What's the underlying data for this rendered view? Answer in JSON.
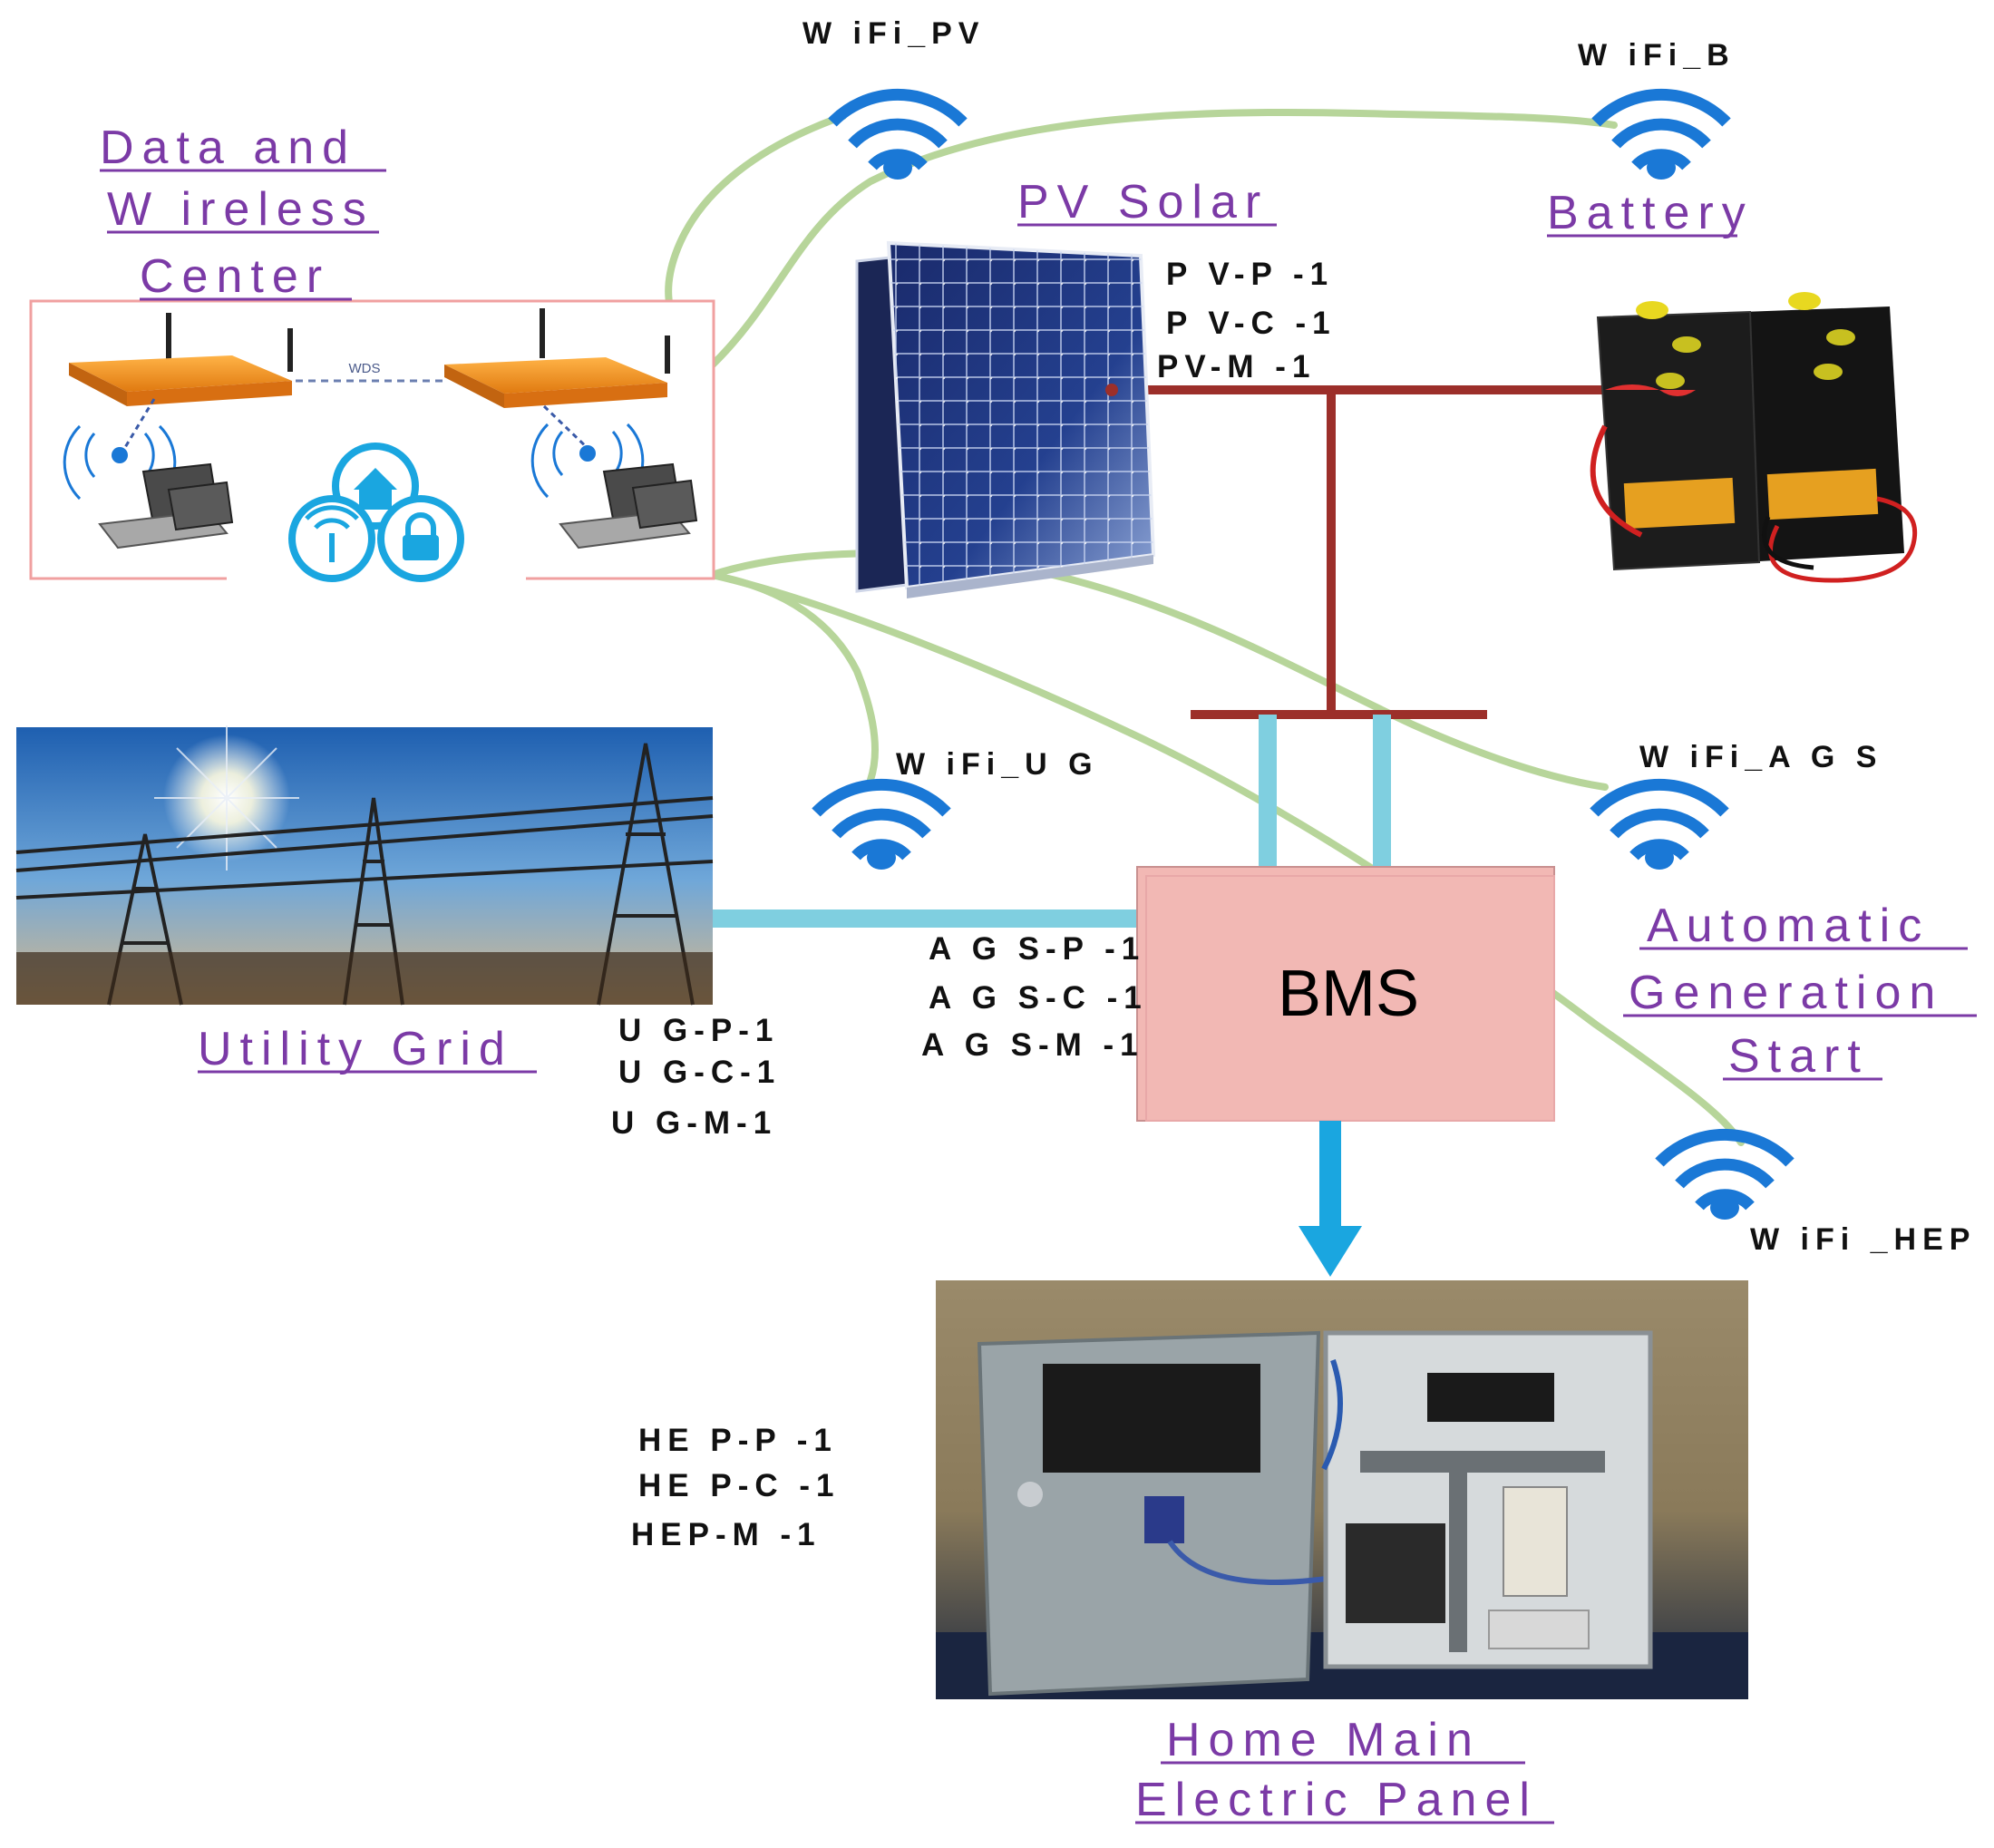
{
  "wifi": {
    "pv": "W iFi_PV",
    "b": "W iFi_B",
    "ug": "W iFi_U G",
    "ags": "W iFi_A G S",
    "hep": "W iFi _HEP"
  },
  "titles": {
    "data_line1": "Data and",
    "data_line2": "W ireless",
    "data_line3": "Center",
    "pv_solar": "PV Solar",
    "battery": "Battery",
    "utility_grid": "Utility Grid",
    "ags_line1": "Automatic",
    "ags_line2": "Generation",
    "ags_line3": "Start",
    "hep_line1": "Home Main",
    "hep_line2": "Electric Panel"
  },
  "codes": {
    "pv": [
      "P V-P -1",
      "P V-C -1",
      "PV-M -1"
    ],
    "ug": [
      "U G-P-1",
      "U G-C-1",
      "U G-M-1"
    ],
    "ags": [
      "A G S-P -1",
      "A G S-C -1",
      "A G S-M -1"
    ],
    "hep": [
      "HE P-P -1",
      "HE P-C -1",
      "HEP-M -1"
    ]
  },
  "router_link_label": "WDS",
  "bms_label": "BMS",
  "colors": {
    "title": "#7b3aa6",
    "wireless_link": "#b7d59a",
    "dc_bus": "#9c2f2a",
    "ac_bus": "#7fcfe0",
    "bms_fill": "#f2b8b4",
    "arrow": "#1aa6e0",
    "wifi": "#1a78d6"
  },
  "icons": [
    "wifi-icon",
    "router-icon",
    "laptop-icon",
    "home-icon",
    "lock-icon",
    "solar-panel-icon",
    "battery-icon",
    "pylon-icon",
    "electric-panel-icon"
  ]
}
